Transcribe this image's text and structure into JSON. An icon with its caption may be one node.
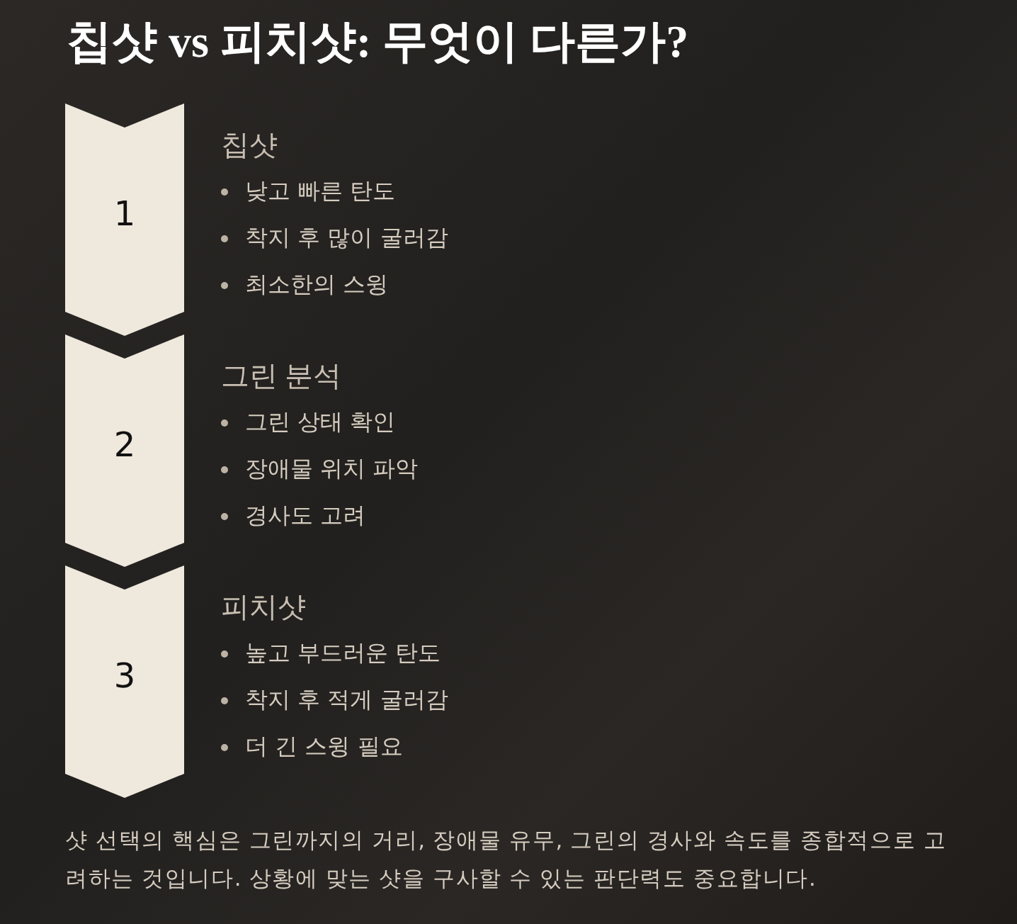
{
  "diagram": {
    "title": "칩샷 vs 피치샷: 무엇이 다른가?",
    "nodes": [
      {
        "text": [
          "1"
        ],
        "beside": [
          "칩샷",
          "낮고 빠른 탄도",
          "착지 후 많이 굴러감",
          "최소한의 스윙"
        ]
      },
      {
        "text": [
          "2"
        ],
        "beside": [
          "그린 분석",
          "그린 상태 확인",
          "장애물 위치 파악",
          "경사도 고려"
        ]
      },
      {
        "text": [
          "3"
        ],
        "beside": [
          "피치샷",
          "높고 부드러운 탄도",
          "착지 후 적게 굴러감",
          "더 긴 스윙 필요"
        ]
      }
    ],
    "caption": "샷 선택의 핵심은 그린까지의 거리, 장애물 유무, 그린의 경사와 속도를 종합적으로 고려하는 것입니다. 상황에 맞는 샷을 구사할 수 있는 판단력도 중요합니다."
  }
}
